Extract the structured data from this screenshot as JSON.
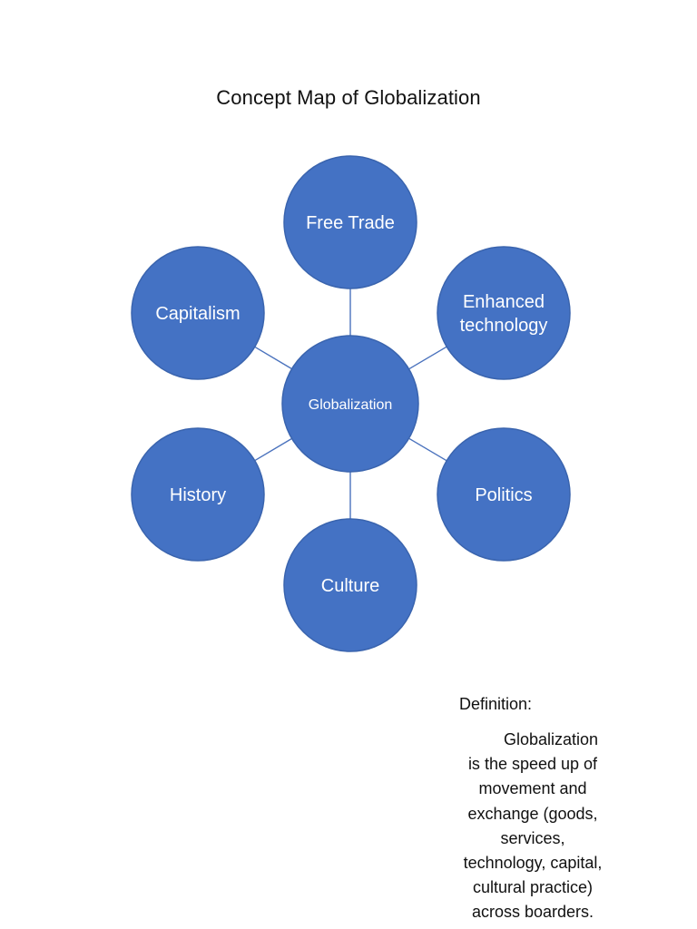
{
  "title": "Concept Map of Globalization",
  "diagram": {
    "center": {
      "label": "Globalization"
    },
    "nodes": [
      {
        "id": "free-trade",
        "lines": [
          "Free Trade"
        ]
      },
      {
        "id": "enhanced-technology",
        "lines": [
          "Enhanced",
          "technology"
        ]
      },
      {
        "id": "politics",
        "lines": [
          "Politics"
        ]
      },
      {
        "id": "culture",
        "lines": [
          "Culture"
        ]
      },
      {
        "id": "history",
        "lines": [
          "History"
        ]
      },
      {
        "id": "capitalism",
        "lines": [
          "Capitalism"
        ]
      }
    ],
    "colors": {
      "node_fill": "#4472C4",
      "spoke": "#4A72BD",
      "label": "#ffffff"
    }
  },
  "definition": {
    "heading": "Definition:",
    "text": "Globalization is the speed up of movement and exchange (goods, services, technology, capital, cultural practice) across boarders."
  }
}
